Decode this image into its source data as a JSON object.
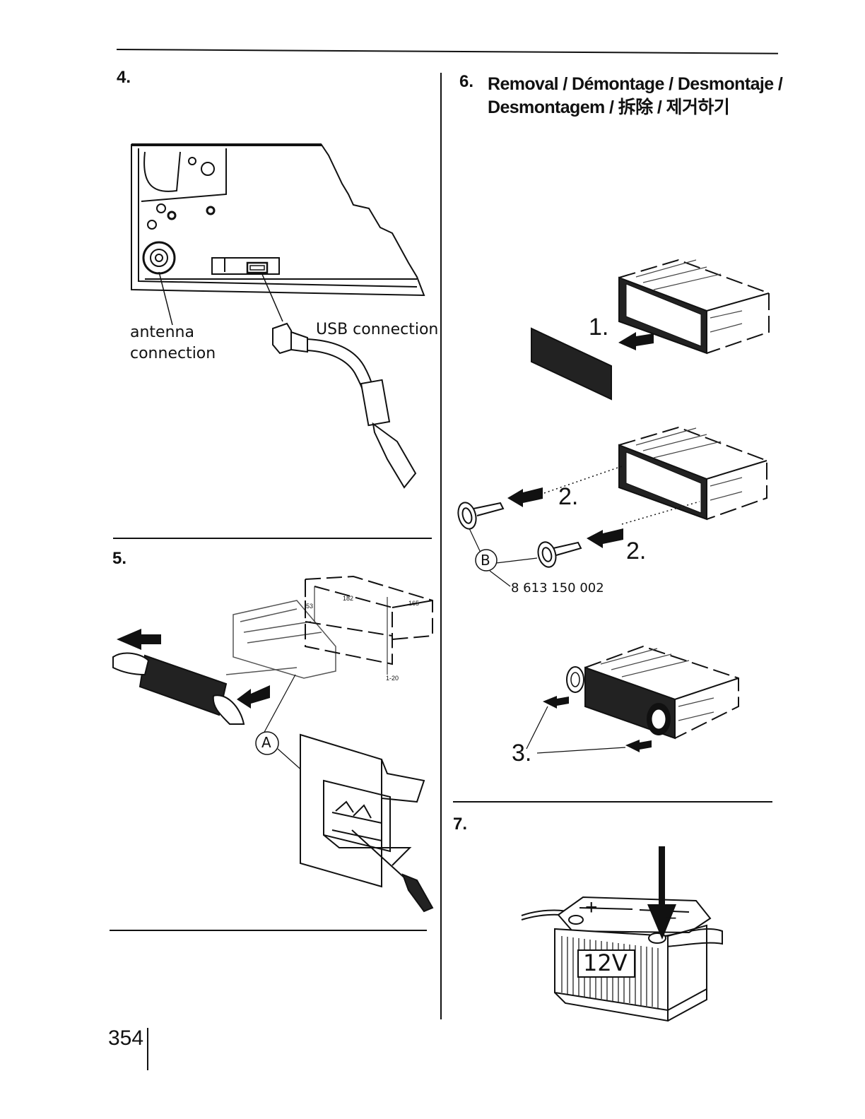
{
  "sections": {
    "s4": {
      "number": "4.",
      "antenna_label_line1": "antenna",
      "antenna_label_line2": "connection",
      "usb_label": "USB connection"
    },
    "s5": {
      "number": "5.",
      "callout": "A",
      "dim_width": "182",
      "dim_depth": "165",
      "dim_height": "53",
      "dim_frame": "1-20"
    },
    "s6": {
      "number": "6.",
      "title_line1": "Removal / Démontage / Desmontaje /",
      "title_line2": "Desmontagem / 拆除 / 제거하기",
      "step1": "1.",
      "step2a": "2.",
      "step2b": "2.",
      "step3": "3.",
      "callout": "B",
      "part_number": "8 613 150 002"
    },
    "s7": {
      "number": "7.",
      "battery_voltage": "12V",
      "plus_sign": "+",
      "minus_sign": "–"
    }
  },
  "page_number": "354"
}
